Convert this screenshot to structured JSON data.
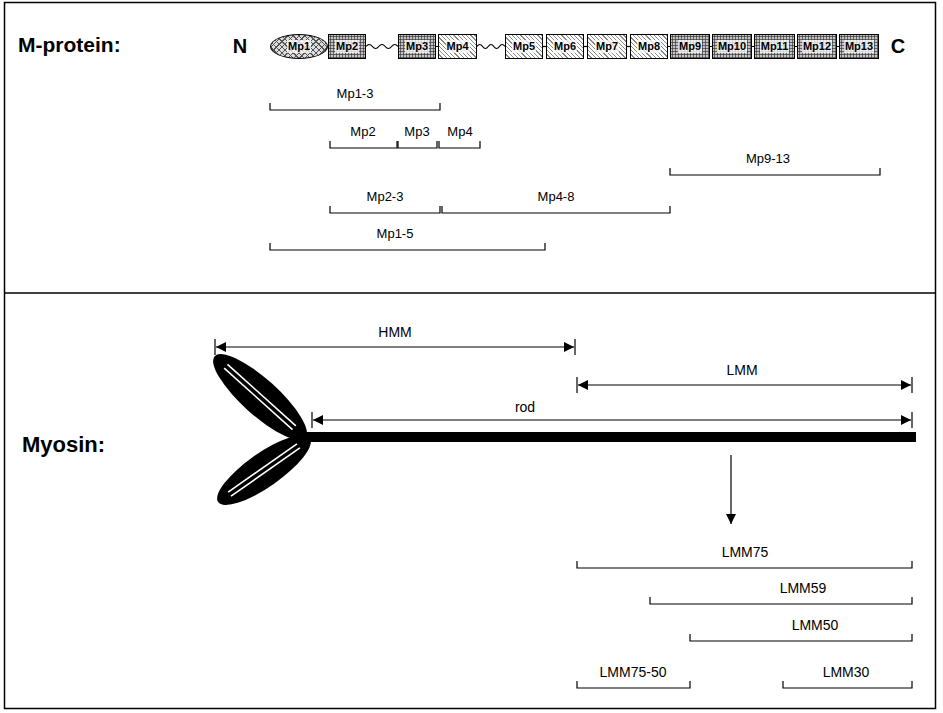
{
  "diagram": {
    "nodes": [
      {
        "text": [
          "Mp1"
        ]
      },
      {
        "text": [
          "Mp2"
        ]
      },
      {
        "text": [
          "Mp3"
        ]
      },
      {
        "text": [
          "Mp4"
        ]
      },
      {
        "text": [
          "Mp5"
        ]
      },
      {
        "text": [
          "Mp6"
        ]
      },
      {
        "text": [
          "Mp7"
        ]
      },
      {
        "text": [
          "Mp8"
        ]
      },
      {
        "text": [
          "Mp9"
        ]
      },
      {
        "text": [
          "Mp10"
        ]
      },
      {
        "text": [
          "Mp11"
        ]
      },
      {
        "text": [
          "Mp12"
        ]
      },
      {
        "text": [
          "Mp13"
        ]
      }
    ],
    "edges": [
      {
        "from": 1,
        "to": 2,
        "arrow": "none"
      },
      {
        "from": 2,
        "to": 3,
        "arrow": "none"
      },
      {
        "from": 3,
        "to": 4,
        "arrow": "none"
      },
      {
        "from": 4,
        "to": 5,
        "arrow": "none"
      },
      {
        "from": 5,
        "to": 6,
        "arrow": "none"
      },
      {
        "from": 6,
        "to": 7,
        "arrow": "none"
      },
      {
        "from": 7,
        "to": 8,
        "arrow": "none"
      },
      {
        "from": 8,
        "to": 9,
        "arrow": "none"
      },
      {
        "from": 9,
        "to": 10,
        "arrow": "none"
      },
      {
        "from": 10,
        "to": 11,
        "arrow": "none"
      },
      {
        "from": 11,
        "to": 12,
        "arrow": "none"
      }
    ],
    "labels": [
      "M-protein:",
      "N",
      "C",
      "Mp1-3",
      "Mp2",
      "Mp3",
      "Mp4",
      "Mp9-13",
      "Mp2-3",
      "Mp4-8",
      "Mp1-5",
      "Myosin:",
      "HMM",
      "LMM",
      "rod",
      "LMM75",
      "LMM59",
      "LMM50",
      "LMM75-50",
      "LMM30"
    ]
  }
}
